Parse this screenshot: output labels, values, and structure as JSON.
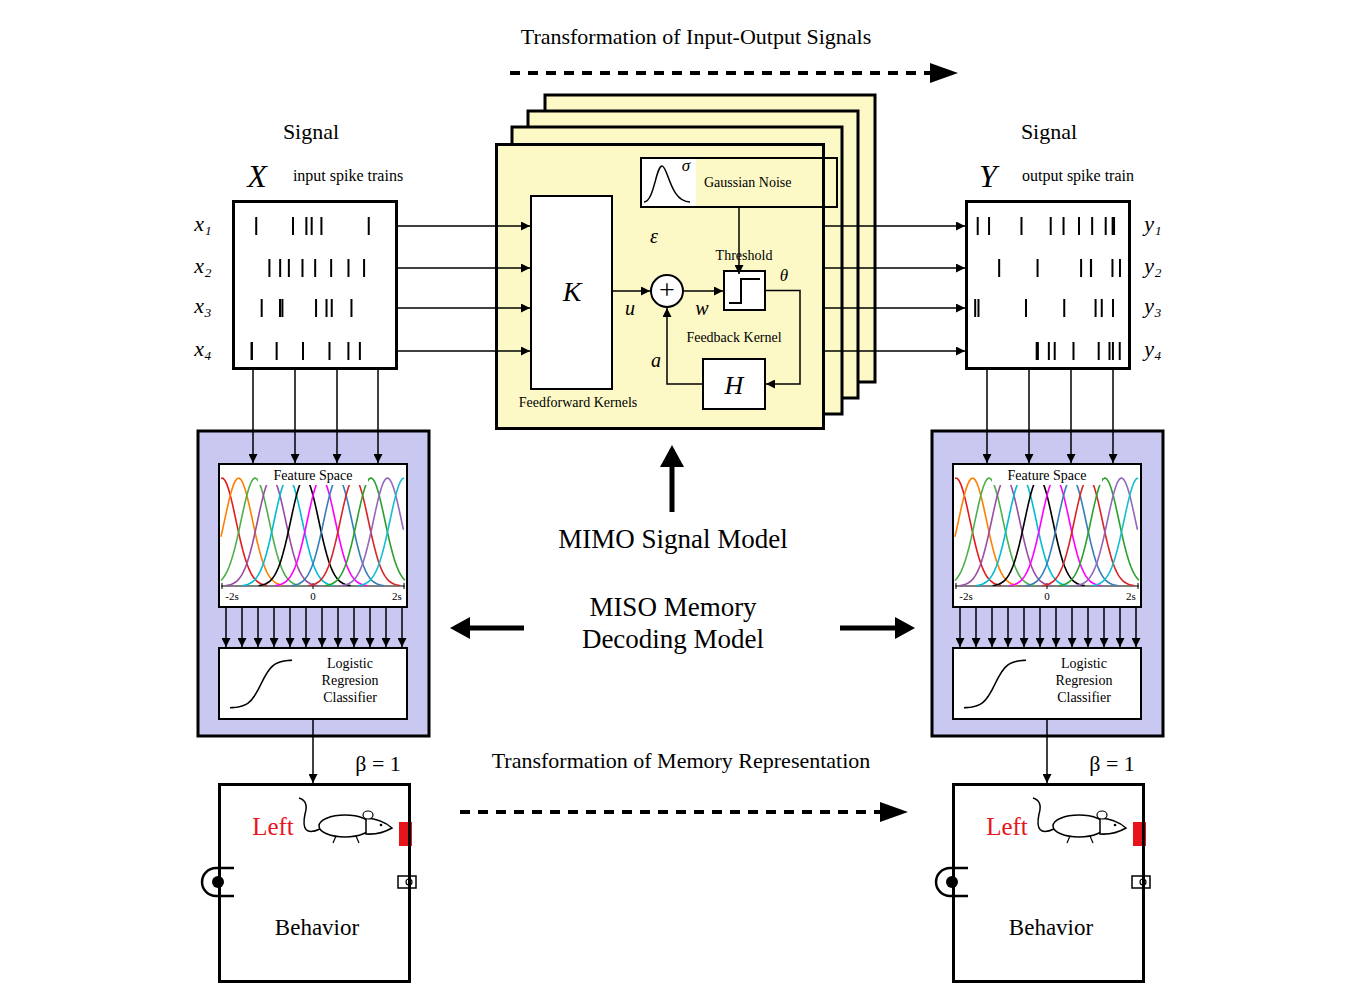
{
  "diagram": {
    "nodes": [
      {
        "text": [
          "Signal",
          "X",
          "input spike trains"
        ]
      },
      {
        "text": [
          "Feedforward Kernels"
        ]
      },
      {
        "text": [
          "Gaussian Noise"
        ],
        "in": 1
      },
      {
        "text": [
          "K"
        ],
        "in": 1
      },
      {
        "text": [
          "+"
        ],
        "in": 1
      },
      {
        "text": [
          "Threshold"
        ],
        "in": 1
      },
      {
        "text": [
          "Feedback Kernel",
          "H"
        ],
        "in": 1
      },
      {
        "text": [
          "Signal",
          "Y",
          "output spike train"
        ]
      },
      {
        "text": [
          "Feature Space"
        ]
      },
      {
        "text": [
          "Logistic Regresion Classifier"
        ]
      },
      {
        "text": [
          "Feature Space"
        ]
      },
      {
        "text": [
          "Logistic Regresion Classifier"
        ]
      },
      {
        "text": [
          "Left",
          "Behavior"
        ]
      },
      {
        "text": [
          "Left",
          "Behavior"
        ]
      }
    ],
    "edges": [
      {
        "from": 0,
        "to": 3,
        "arrow": "to"
      },
      {
        "from": 0,
        "to": 3,
        "arrow": "to"
      },
      {
        "from": 0,
        "to": 3,
        "arrow": "to"
      },
      {
        "from": 0,
        "to": 3,
        "arrow": "to"
      },
      {
        "from": 2,
        "to": 4,
        "label": "ε",
        "arrow": "to"
      },
      {
        "from": 3,
        "to": 4,
        "label": "u",
        "arrow": "to"
      },
      {
        "from": 4,
        "to": 5,
        "label": "w",
        "arrow": "to"
      },
      {
        "from": 5,
        "to": 6,
        "arrow": "to"
      },
      {
        "from": 6,
        "to": 4,
        "label": "a",
        "arrow": "to"
      },
      {
        "from": 1,
        "to": 7,
        "arrow": "to"
      },
      {
        "from": 1,
        "to": 7,
        "arrow": "to"
      },
      {
        "from": 1,
        "to": 7,
        "arrow": "to"
      },
      {
        "from": 1,
        "to": 7,
        "arrow": "to"
      },
      {
        "from": 0,
        "to": 8,
        "arrow": "to"
      },
      {
        "from": 0,
        "to": 8,
        "arrow": "to"
      },
      {
        "from": 0,
        "to": 8,
        "arrow": "to"
      },
      {
        "from": 0,
        "to": 8,
        "arrow": "to"
      },
      {
        "from": 8,
        "to": 9,
        "arrow": "to"
      },
      {
        "from": 8,
        "to": 9,
        "arrow": "to"
      },
      {
        "from": 8,
        "to": 9,
        "arrow": "to"
      },
      {
        "from": 8,
        "to": 9,
        "arrow": "to"
      },
      {
        "from": 8,
        "to": 9,
        "arrow": "to"
      },
      {
        "from": 8,
        "to": 9,
        "arrow": "to"
      },
      {
        "from": 8,
        "to": 9,
        "arrow": "to"
      },
      {
        "from": 8,
        "to": 9,
        "arrow": "to"
      },
      {
        "from": 8,
        "to": 9,
        "arrow": "to"
      },
      {
        "from": 8,
        "to": 9,
        "arrow": "to"
      },
      {
        "from": 8,
        "to": 9,
        "arrow": "to"
      },
      {
        "from": 8,
        "to": 9,
        "arrow": "to"
      },
      {
        "from": 9,
        "to": 12,
        "label": "β = 1",
        "arrow": "to"
      },
      {
        "from": 7,
        "to": 10,
        "arrow": "to"
      },
      {
        "from": 7,
        "to": 10,
        "arrow": "to"
      },
      {
        "from": 7,
        "to": 10,
        "arrow": "to"
      },
      {
        "from": 7,
        "to": 10,
        "arrow": "to"
      },
      {
        "from": 10,
        "to": 11,
        "arrow": "to"
      },
      {
        "from": 10,
        "to": 11,
        "arrow": "to"
      },
      {
        "from": 10,
        "to": 11,
        "arrow": "to"
      },
      {
        "from": 10,
        "to": 11,
        "arrow": "to"
      },
      {
        "from": 10,
        "to": 11,
        "arrow": "to"
      },
      {
        "from": 10,
        "to": 11,
        "arrow": "to"
      },
      {
        "from": 10,
        "to": 11,
        "arrow": "to"
      },
      {
        "from": 10,
        "to": 11,
        "arrow": "to"
      },
      {
        "from": 10,
        "to": 11,
        "arrow": "to"
      },
      {
        "from": 10,
        "to": 11,
        "arrow": "to"
      },
      {
        "from": 10,
        "to": 11,
        "arrow": "to"
      },
      {
        "from": 10,
        "to": 11,
        "arrow": "to"
      },
      {
        "from": 11,
        "to": 13,
        "label": "β = 1",
        "arrow": "to"
      }
    ],
    "labels": [
      "Transformation of Input-Output Signals",
      "x₁",
      "x₂",
      "x₃",
      "x₄",
      "y₁",
      "y₂",
      "y₃",
      "y₄",
      "σ",
      "θ",
      "-2s",
      "0",
      "2s",
      "-2s",
      "0",
      "2s",
      "MIMO Signal Model",
      "MISO Memory Decoding Model",
      "Transformation of Memory Representation"
    ]
  }
}
